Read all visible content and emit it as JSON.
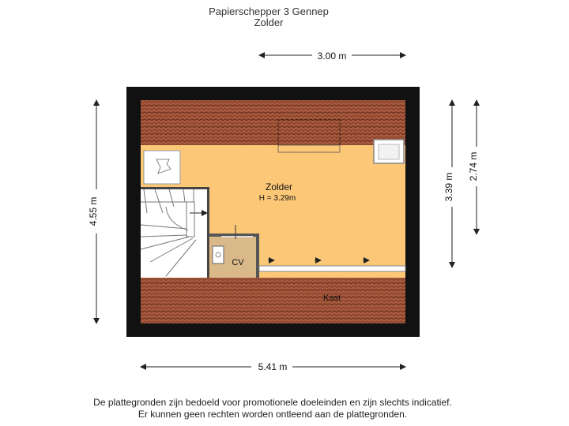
{
  "header": {
    "address": "Papierschepper 3 Gennep",
    "floor": "Zolder"
  },
  "dimensions": {
    "top": "3.00 m",
    "bottom": "5.41 m",
    "left": "4.55 m",
    "right_inner": "3.39 m",
    "right_outer": "2.74 m"
  },
  "rooms": {
    "main_name": "Zolder",
    "main_height": "H = 3.29m",
    "cv": "CV",
    "kast": "Kast"
  },
  "footer": {
    "line1": "De plattegronden zijn bedoeld voor promotionele doeleinden en zijn slechts indicatief.",
    "line2": "Er kunnen geen rechten worden ontleend aan de plattegronden."
  },
  "colors": {
    "wall": "#111111",
    "floor": "#fcc878",
    "roof": "#a8593d",
    "roof_line": "#5e2a1a",
    "cv_floor": "#d9b88a"
  }
}
